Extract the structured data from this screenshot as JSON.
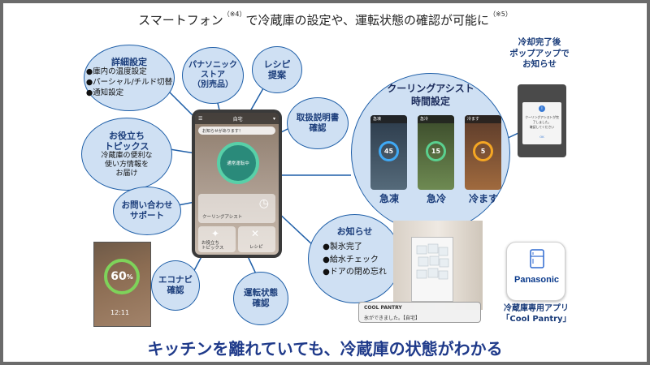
{
  "headline": {
    "text_1": "スマートフォン",
    "note_1": "（※4）",
    "text_2": "で冷蔵庫の設定や、運転状態の確認が可能に",
    "note_2": "（※5）"
  },
  "features": {
    "detail": {
      "title": "詳細設定",
      "items": [
        "●庫内の温度設定",
        "●パーシャル/チルド切替",
        "●通知設定"
      ]
    },
    "store": {
      "title": "パナソニック\nストア",
      "sub": "（別売品）"
    },
    "recipe": {
      "title": "レシピ\n提案"
    },
    "manual": {
      "title": "取扱説明書\n確認"
    },
    "topics": {
      "title": "お役立ち\nトピックス",
      "sub": "冷蔵庫の便利な\n使い方情報を\nお届け"
    },
    "support": {
      "title": "お問い合わせ\nサポート"
    },
    "econavi": {
      "title": "エコナビ\n確認"
    },
    "status": {
      "title": "運転状態\n確認"
    },
    "notice": {
      "title": "お知らせ",
      "items": [
        "●製氷完了",
        "●給水チェック",
        "●ドアの閉め忘れ"
      ]
    }
  },
  "phone": {
    "header": "自宅",
    "notice": "お知らせがあります！",
    "dial": "通常運転中",
    "card_cooling": "クーリングアシスト",
    "card_topics": "お役立ち\nトピックス",
    "card_recipe": "レシピ"
  },
  "cooling": {
    "title": "クーリングアシスト\n時間設定",
    "modes": [
      {
        "label": "急凍",
        "value": "45",
        "screen": "急凍",
        "ring": "#3fa9f5"
      },
      {
        "label": "急冷",
        "value": "15",
        "screen": "急冷",
        "ring": "#5ad08f"
      },
      {
        "label": "冷ます",
        "value": "5",
        "screen": "冷ます",
        "ring": "#f5a623"
      }
    ]
  },
  "popup": {
    "caption": "冷却完了後\nポップアップで\nお知らせ",
    "dialog_text": "クーリングアシストが完了しました。",
    "dialog_sub": "確認してください",
    "ok": "OK"
  },
  "notification": {
    "app": "COOL PANTRY",
    "text": "氷ができました。【自宅】"
  },
  "photo": {
    "value": "60",
    "unit": "%",
    "time": "12:11"
  },
  "app": {
    "brand": "Panasonic",
    "caption_1": "冷蔵庫専用アプリ",
    "caption_2": "「Cool Pantry」"
  },
  "bottom_text": "キッチンを離れていても、冷蔵庫の状態がわかる",
  "colors": {
    "bubble_fill": "#cfe0f3",
    "bubble_border": "#1f5fa8",
    "title_blue": "#1a3c7a",
    "brand_blue": "#0a3a8c"
  }
}
